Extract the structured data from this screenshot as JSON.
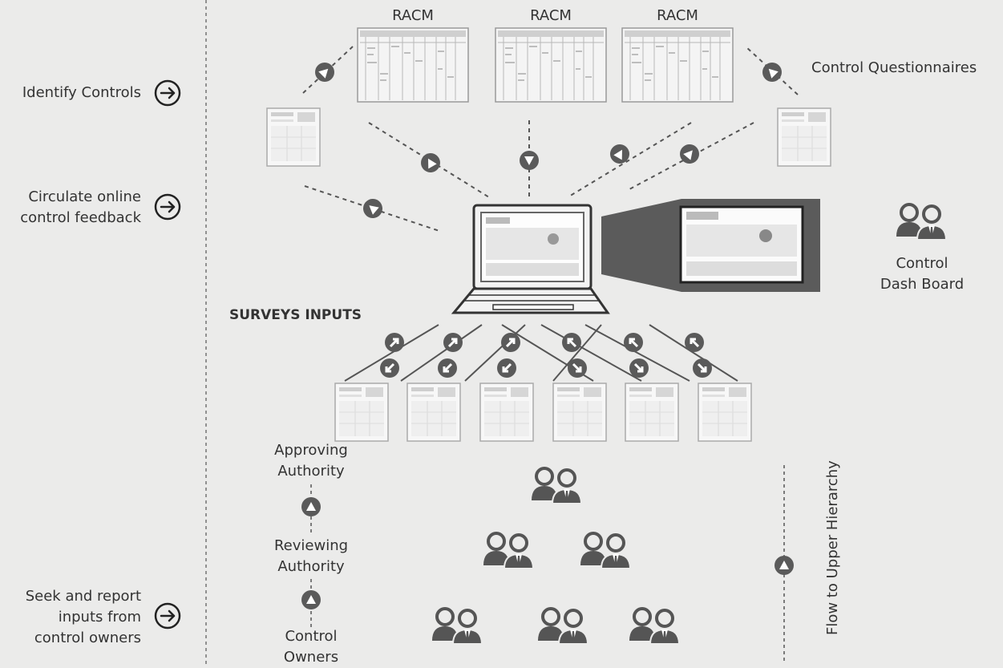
{
  "steps": {
    "identify": "Identify Controls",
    "circulate": [
      "Circulate online",
      "control feedback"
    ],
    "seek": [
      "Seek and report",
      "inputs from",
      "control owners"
    ]
  },
  "racm": [
    "RACM",
    "RACM",
    "RACM"
  ],
  "control_questionnaires": "Control Questionnaires",
  "surveys_inputs": "SURVEYS INPUTS",
  "dashboard": [
    "Control",
    "Dash Board"
  ],
  "hierarchy": {
    "approving": [
      "Approving",
      "Authority"
    ],
    "reviewing": [
      "Reviewing",
      "Authority"
    ],
    "owners": [
      "Control",
      "Owners"
    ]
  },
  "flow_label": "Flow to Upper Hierarchy",
  "colors": {
    "background": "#ebebea",
    "dark": "#555555",
    "text": "#333333"
  }
}
